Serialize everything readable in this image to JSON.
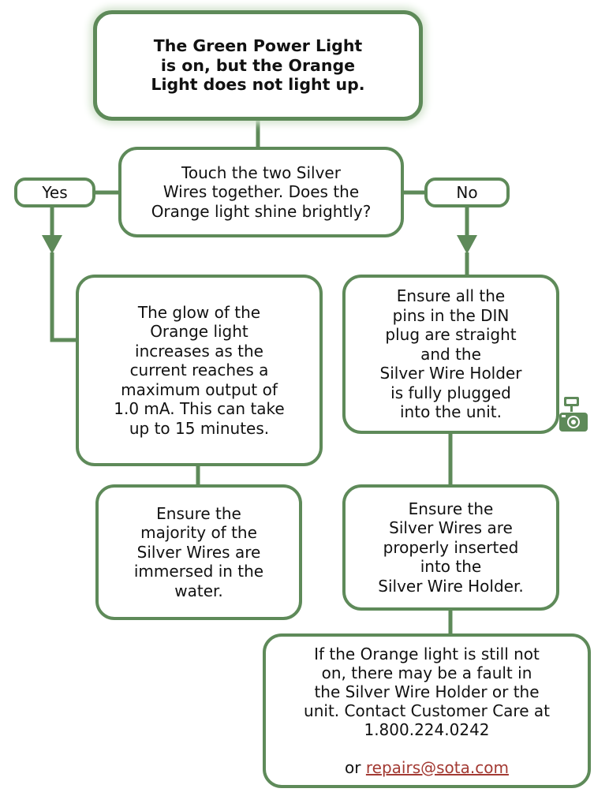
{
  "title": "The Green Power Light\nis on, but the Orange\nLight does not light up.",
  "question": "Touch the two Silver\nWires together. Does the\nOrange light shine brightly?",
  "branches": {
    "yes_label": "Yes",
    "no_label": "No"
  },
  "yes_path": {
    "glow_text": "The glow of the\nOrange light\nincreases as the\ncurrent reaches a\nmaximum output of\n1.0 mA. This can take\nup to 15 minutes.",
    "immersed_text": "Ensure the\nmajority of the\nSilver Wires are\nimmersed in the\nwater."
  },
  "no_path": {
    "pins_text": "Ensure all the\npins in the DIN\nplug are straight\nand the\nSilver Wire Holder\nis fully plugged\ninto the unit.",
    "inserted_text": "Ensure the\nSilver Wires are\nproperly inserted\ninto the\nSilver Wire Holder."
  },
  "contact": {
    "text": "If the Orange light is still not\non, there may be a fault in\nthe Silver Wire Holder or the\nunit. Contact Customer Care at\n1.800.224.0242",
    "or_prefix": "or ",
    "email": "repairs@sota.com"
  },
  "icons": {
    "side_icon": "camera-icon"
  },
  "colors": {
    "border": "#5e8a59",
    "glow": "#d4e4cf",
    "link": "#a33a33",
    "icon": "#5e8a59"
  }
}
